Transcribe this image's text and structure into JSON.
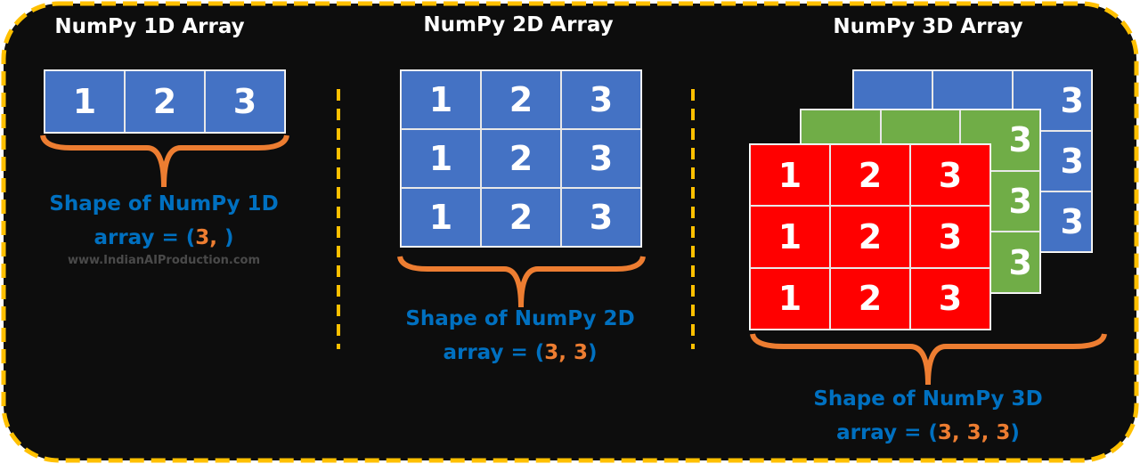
{
  "colors": {
    "background": "#0D0D0D",
    "border": "#FFC000",
    "blue": "#4472C4",
    "green": "#70AD47",
    "red": "#FF0000",
    "brace": "#ED7D31",
    "label": "#0070C0",
    "value": "#ED7D31"
  },
  "panels": [
    {
      "title": "NumPy 1D Array",
      "cells": [
        "1",
        "2",
        "3"
      ],
      "shape_line1": "Shape of NumPy 1D",
      "shape_prefix": "array = (",
      "shape_values": "3,",
      "shape_suffix": " )"
    },
    {
      "title": "NumPy 2D Array",
      "cells": [
        "1",
        "2",
        "3",
        "1",
        "2",
        "3",
        "1",
        "2",
        "3"
      ],
      "shape_line1": "Shape of NumPy 2D",
      "shape_prefix": "array = (",
      "shape_values": "3, 3",
      "shape_suffix": ")"
    },
    {
      "title": "NumPy 3D Array",
      "cells": [
        "1",
        "2",
        "3",
        "1",
        "2",
        "3",
        "1",
        "2",
        "3"
      ],
      "shape_line1": "Shape of NumPy 3D",
      "shape_prefix": "array = (",
      "shape_values": "3, 3, 3",
      "shape_suffix": ")"
    }
  ],
  "watermark": "www.IndianAIProduction.com"
}
